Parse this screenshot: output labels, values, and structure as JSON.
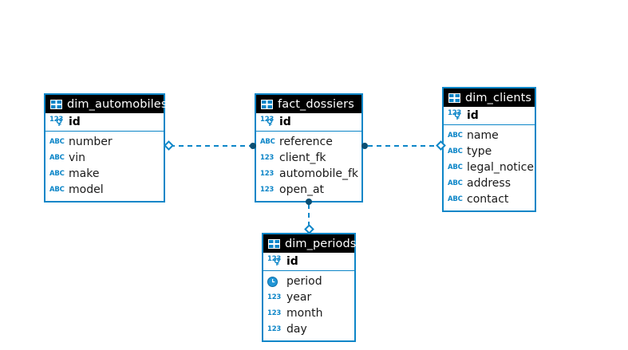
{
  "diagram": {
    "title": "entity-relationship-diagram",
    "background_color": "#ffffff",
    "accent_color": "#0d86c8",
    "header_color": "#000000",
    "header_text_color": "#ffffff"
  },
  "entities": [
    {
      "name": "dim_automobiles",
      "icon": "table-icon",
      "primary_key": {
        "name": "id",
        "type_icon": "123-key-icon",
        "type_label": "123"
      },
      "columns": [
        {
          "name": "number",
          "type_icon": "abc-icon",
          "type_label": "ABC"
        },
        {
          "name": "vin",
          "type_icon": "abc-icon",
          "type_label": "ABC"
        },
        {
          "name": "make",
          "type_icon": "abc-icon",
          "type_label": "ABC"
        },
        {
          "name": "model",
          "type_icon": "abc-icon",
          "type_label": "ABC"
        }
      ]
    },
    {
      "name": "fact_dossiers",
      "icon": "table-icon",
      "primary_key": {
        "name": "id",
        "type_icon": "123-key-icon",
        "type_label": "123"
      },
      "columns": [
        {
          "name": "reference",
          "type_icon": "abc-icon",
          "type_label": "ABC"
        },
        {
          "name": "client_fk",
          "type_icon": "123-icon",
          "type_label": "123"
        },
        {
          "name": "automobile_fk",
          "type_icon": "123-icon",
          "type_label": "123"
        },
        {
          "name": "open_at",
          "type_icon": "123-icon",
          "type_label": "123"
        }
      ]
    },
    {
      "name": "dim_clients",
      "icon": "table-icon",
      "primary_key": {
        "name": "id",
        "type_icon": "123-key-icon",
        "type_label": "123"
      },
      "columns": [
        {
          "name": "name",
          "type_icon": "abc-icon",
          "type_label": "ABC"
        },
        {
          "name": "type",
          "type_icon": "abc-icon",
          "type_label": "ABC"
        },
        {
          "name": "legal_notice",
          "type_icon": "abc-icon",
          "type_label": "ABC"
        },
        {
          "name": "address",
          "type_icon": "abc-icon",
          "type_label": "ABC"
        },
        {
          "name": "contact",
          "type_icon": "abc-icon",
          "type_label": "ABC"
        }
      ]
    },
    {
      "name": "dim_periods",
      "icon": "table-icon",
      "primary_key": {
        "name": "id",
        "type_icon": "123-key-icon",
        "type_label": "123"
      },
      "columns": [
        {
          "name": "period",
          "type_icon": "clock-icon",
          "type_label": ""
        },
        {
          "name": "year",
          "type_icon": "123-icon",
          "type_label": "123"
        },
        {
          "name": "month",
          "type_icon": "123-icon",
          "type_label": "123"
        },
        {
          "name": "day",
          "type_icon": "123-icon",
          "type_label": "123"
        }
      ]
    }
  ],
  "relationships": [
    {
      "from": "fact_dossiers",
      "to": "dim_automobiles",
      "orientation": "horizontal",
      "from_marker": "dot",
      "to_marker": "diamond"
    },
    {
      "from": "fact_dossiers",
      "to": "dim_clients",
      "orientation": "horizontal",
      "from_marker": "dot",
      "to_marker": "diamond"
    },
    {
      "from": "fact_dossiers",
      "to": "dim_periods",
      "orientation": "vertical",
      "from_marker": "dot",
      "to_marker": "diamond"
    }
  ]
}
